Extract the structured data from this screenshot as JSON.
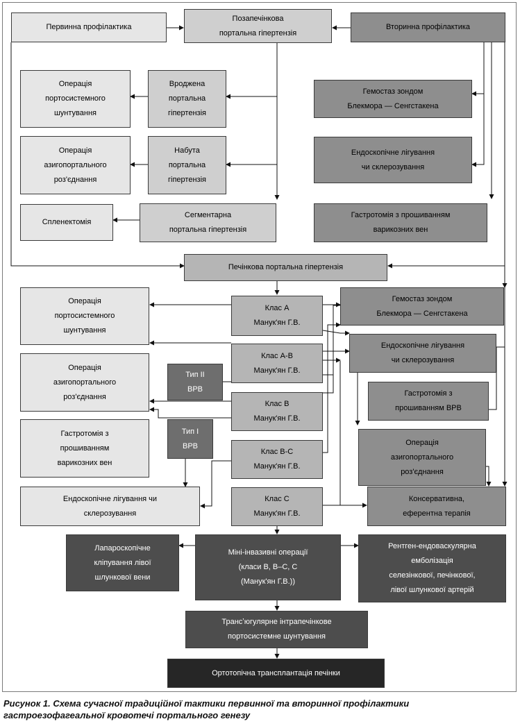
{
  "nodes": {
    "primary": "Первинна профілактика",
    "extrahepatic": "Позапечінкова\nпортальна гіпертензія",
    "secondary": "Вторинна профілактика",
    "op_portosystemic_top": "Операція\nпортосистемного\nшунтування",
    "congenital": "Вроджена\nпортальна\nгіпертензія",
    "hemostasis_top": "Гемостаз зондом\nБлекмора — Сенгстакена",
    "op_azygoportal_top": "Операція\nазигопортального\nроз'єднання",
    "acquired": "Набута\nпортальна\nгіпертензія",
    "endo_top": "Ендоскопічне лігування\nчи склерозування",
    "splenectomy": "Спленектомія",
    "segmental": "Сегментарна\nпортальна гіпертензія",
    "gastrotomy_top": "Гастротомія з прошиванням\nварикозних вен",
    "hepatic": "Печінкова портальна гіпертензія",
    "op_portosystemic_mid": "Операція\nпортосистемного\nшунтування",
    "class_a": "Клас А\nМанук'ян Г.В.",
    "hemostasis_mid": "Гемостаз зондом\nБлекмора — Сенгстакена",
    "class_ab": "Клас А-В\nМанук'ян Г.В.",
    "endo_mid": "Ендоскопічне лігування\nчи склерозування",
    "op_azygoportal_mid": "Операція\nазигопортального\nроз'єднання",
    "type2": "Тип ІІ\nВРВ",
    "class_b": "Клас В\nМанук'ян Г.В.",
    "gastrotomy_vrv": "Гастротомія з\nпрошиванням ВРВ",
    "gastrotomy_left": "Гастротомія з\nпрошиванням\nварикозних вен",
    "type1": "Тип І\nВРВ",
    "class_bc": "Клас В-С\nМанук'ян Г.В.",
    "op_azygoportal_right": "Операція\nазигопортального\nроз'єднання",
    "endo_bottom": "Ендоскопічне лігування чи\nсклерозування",
    "class_c": "Клас С\nМанук'ян Г.В.",
    "conservative": "Консервативна,\nеферентна терапія",
    "laparoscopic": "Лапароскопічне\nкліпування лівої\nшлункової вени",
    "miniinvasive": "Міні-інвазивні операції\n(класи В, В–С, С\n(Манук'ян Г.В.))",
    "xray": "Рентген-ендоваскулярна\nемболізація\nселезінкової, печінкової,\nлівої шлункової артерій",
    "tips": "Трансʼюгулярне інтрапечінкове\nпортосистемне шунтування",
    "transplant": "Ортотопічна трансплантація печінки"
  },
  "caption": {
    "line1": "Рисунок 1. Схема сучасної традиційної тактики первинної та вторинної профілактики",
    "line2": "гастроезофагеальної кровотечі портального генезу"
  },
  "colors": {
    "lightest": "#e6e6e6",
    "light": "#cfcfcf",
    "medium": "#b5b5b5",
    "medium_dark": "#8e8e8e",
    "dark": "#4d4d4d",
    "darkest": "#262626",
    "tag": "#6e6e6e"
  }
}
